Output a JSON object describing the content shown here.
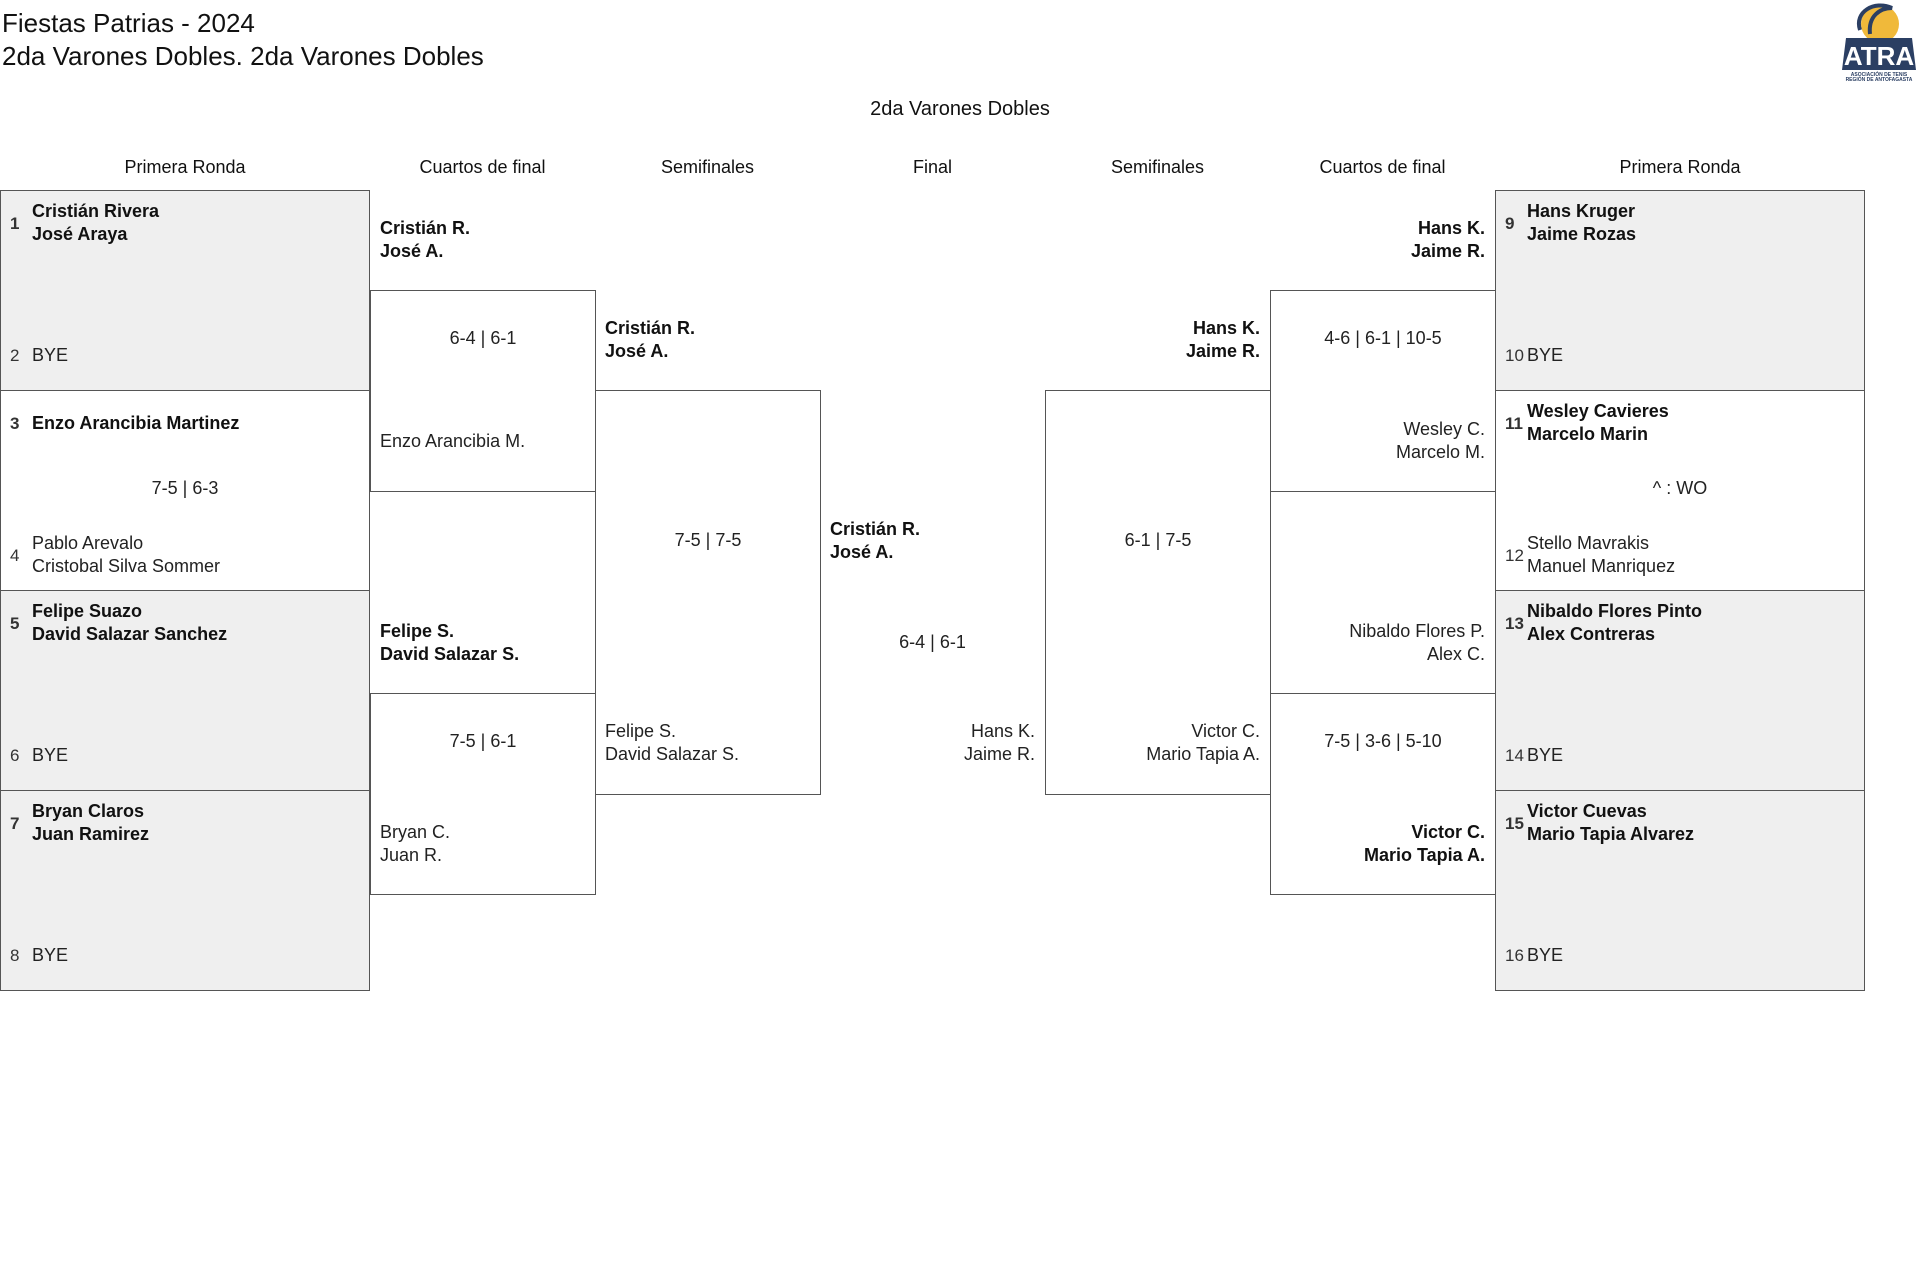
{
  "header": {
    "title": "Fiestas Patrias - 2024",
    "subtitle": "2da Varones Dobles. 2da Varones Dobles",
    "draw_name": "2da Varones Dobles",
    "logo_text": "ATRA",
    "logo_caption": "ASOCIACIÓN DE TENIS REGIÓN DE ANTOFAGASTA"
  },
  "colors": {
    "bye_background": "#efefef",
    "logo_blue": "#2b3f63",
    "logo_yellow": "#f0b93a"
  },
  "round_headers": [
    "Primera Ronda",
    "Cuartos de final",
    "Semifinales",
    "Final",
    "Semifinales",
    "Cuartos de final",
    "Primera Ronda"
  ],
  "primera_ronda": [
    {
      "score": "",
      "top": {
        "seed": "1",
        "players": [
          "Cristián Rivera",
          "José Araya"
        ],
        "winner": true
      },
      "bottom": {
        "seed": "2",
        "players": [
          "BYE"
        ],
        "winner": false
      }
    },
    {
      "score": "7-5 | 6-3",
      "top": {
        "seed": "3",
        "players": [
          "Enzo Arancibia Martinez"
        ],
        "winner": true
      },
      "bottom": {
        "seed": "4",
        "players": [
          "Pablo Arevalo",
          "Cristobal Silva Sommer"
        ],
        "winner": false
      }
    },
    {
      "score": "",
      "top": {
        "seed": "5",
        "players": [
          "Felipe Suazo",
          "David Salazar Sanchez"
        ],
        "winner": true
      },
      "bottom": {
        "seed": "6",
        "players": [
          "BYE"
        ],
        "winner": false
      }
    },
    {
      "score": "",
      "top": {
        "seed": "7",
        "players": [
          "Bryan Claros",
          "Juan Ramirez"
        ],
        "winner": true
      },
      "bottom": {
        "seed": "8",
        "players": [
          "BYE"
        ],
        "winner": false
      }
    },
    {
      "score": "",
      "top": {
        "seed": "9",
        "players": [
          "Hans Kruger",
          "Jaime Rozas"
        ],
        "winner": true
      },
      "bottom": {
        "seed": "10",
        "players": [
          "BYE"
        ],
        "winner": false
      }
    },
    {
      "score": "^ : WO",
      "top": {
        "seed": "11",
        "players": [
          "Wesley Cavieres",
          "Marcelo Marin"
        ],
        "winner": true
      },
      "bottom": {
        "seed": "12",
        "players": [
          "Stello Mavrakis",
          "Manuel Manriquez"
        ],
        "winner": false
      }
    },
    {
      "score": "",
      "top": {
        "seed": "13",
        "players": [
          "Nibaldo Flores Pinto",
          "Alex Contreras"
        ],
        "winner": true
      },
      "bottom": {
        "seed": "14",
        "players": [
          "BYE"
        ],
        "winner": false
      }
    },
    {
      "score": "",
      "top": {
        "seed": "15",
        "players": [
          "Victor Cuevas",
          "Mario Tapia Alvarez"
        ],
        "winner": true
      },
      "bottom": {
        "seed": "16",
        "players": [
          "BYE"
        ],
        "winner": false
      }
    }
  ],
  "cuartos": [
    {
      "score": "6-4 | 6-1",
      "top": {
        "players": [
          "Cristián R.",
          "José A."
        ],
        "winner": true
      },
      "bottom": {
        "players": [
          "Enzo Arancibia M."
        ],
        "winner": false
      }
    },
    {
      "score": "7-5 | 6-1",
      "top": {
        "players": [
          "Felipe S.",
          "David Salazar S."
        ],
        "winner": true
      },
      "bottom": {
        "players": [
          "Bryan C.",
          "Juan R."
        ],
        "winner": false
      }
    },
    {
      "score": "4-6 | 6-1 | 10-5",
      "top": {
        "players": [
          "Hans K.",
          "Jaime R."
        ],
        "winner": true
      },
      "bottom": {
        "players": [
          "Wesley C.",
          "Marcelo M."
        ],
        "winner": false
      }
    },
    {
      "score": "7-5 | 3-6 | 5-10",
      "top": {
        "players": [
          "Nibaldo Flores P.",
          "Alex C."
        ],
        "winner": false
      },
      "bottom": {
        "players": [
          "Victor C.",
          "Mario Tapia A."
        ],
        "winner": true
      }
    }
  ],
  "semifinales": [
    {
      "score": "7-5 | 7-5",
      "top": {
        "players": [
          "Cristián R.",
          "José A."
        ],
        "winner": true
      },
      "bottom": {
        "players": [
          "Felipe S.",
          "David Salazar S."
        ],
        "winner": false
      }
    },
    {
      "score": "6-1 | 7-5",
      "top": {
        "players": [
          "Hans K.",
          "Jaime R."
        ],
        "winner": true
      },
      "bottom": {
        "players": [
          "Victor C.",
          "Mario Tapia A."
        ],
        "winner": false
      }
    }
  ],
  "final": {
    "score": "6-4 | 6-1",
    "top": {
      "players": [
        "Cristián R.",
        "José A."
      ],
      "winner": true
    },
    "bottom": {
      "players": [
        "Hans K.",
        "Jaime R."
      ],
      "winner": false
    }
  }
}
